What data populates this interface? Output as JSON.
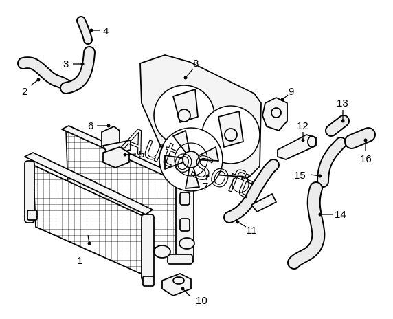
{
  "callouts": [
    {
      "id": "1",
      "label": "1"
    },
    {
      "id": "2",
      "label": "2"
    },
    {
      "id": "3",
      "label": "3"
    },
    {
      "id": "4",
      "label": "4"
    },
    {
      "id": "5",
      "label": "5"
    },
    {
      "id": "6",
      "label": "6"
    },
    {
      "id": "7",
      "label": "7"
    },
    {
      "id": "8",
      "label": "8"
    },
    {
      "id": "9",
      "label": "9"
    },
    {
      "id": "10",
      "label": "10"
    },
    {
      "id": "11",
      "label": "11"
    },
    {
      "id": "12",
      "label": "12"
    },
    {
      "id": "13",
      "label": "13"
    },
    {
      "id": "14",
      "label": "14"
    },
    {
      "id": "15",
      "label": "15"
    },
    {
      "id": "16",
      "label": "16"
    }
  ],
  "watermark": {
    "text": "AutoSoft"
  },
  "colors": {
    "line": "#000000",
    "background": "#ffffff",
    "part_fill": "#f4f4f4"
  }
}
